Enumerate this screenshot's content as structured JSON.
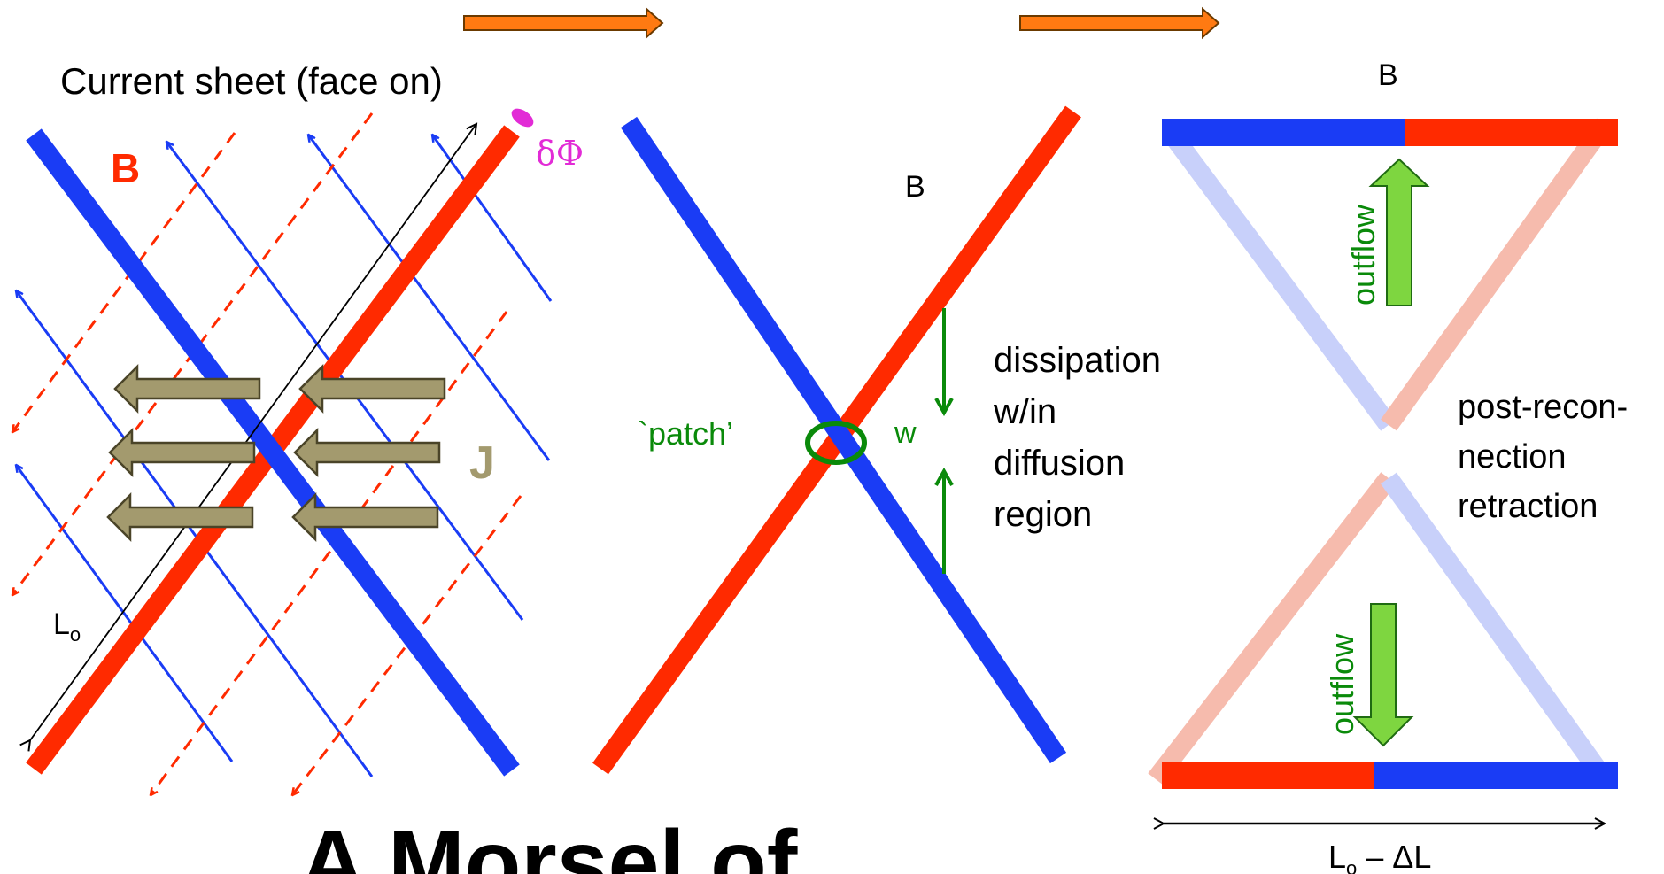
{
  "left_panel": {
    "title": "Current sheet (face on)",
    "field_label": "B",
    "current_label": "J",
    "flux_label": "δΦ",
    "length_label_main": "L",
    "length_label_sub": "o"
  },
  "middle_panel": {
    "field_label": "B",
    "patch_label": "`patch’",
    "width_label": "w",
    "dissipation_lines": [
      "dissipation",
      "w/in",
      "diffusion",
      "region"
    ]
  },
  "right_panel": {
    "field_label": "B",
    "outflow_top": "outflow",
    "outflow_bottom": "outflow",
    "retraction_lines": [
      "post-recon-",
      "nection",
      "retraction"
    ],
    "length_main": "L",
    "length_sub": "o",
    "length_rest": " – ΔL"
  },
  "footer": {
    "title": "A Morsel of"
  },
  "colors": {
    "blue": "#1a3cf5",
    "red": "#ff2a00",
    "magenta": "#e22bd6",
    "green": "#0a8a0a",
    "olive_fill": "#a39a6e",
    "olive_stroke": "#4a4428",
    "orange_fill": "#ff7a12",
    "outflow_fill": "#7ed640"
  }
}
